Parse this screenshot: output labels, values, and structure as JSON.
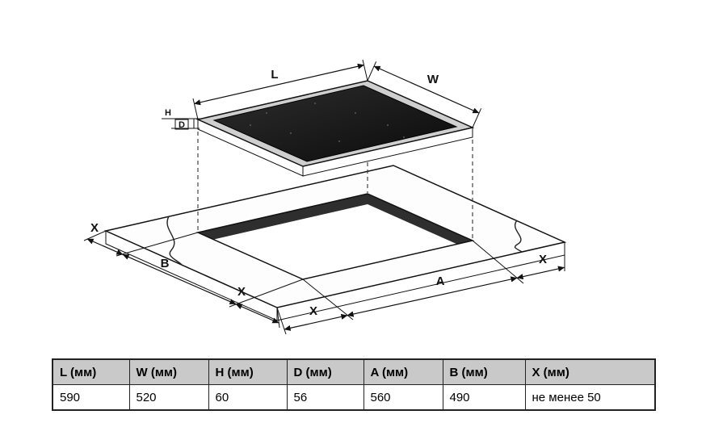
{
  "diagram": {
    "labels": {
      "l": "L",
      "w": "W",
      "h": "H",
      "d": "D",
      "a": "A",
      "b": "B",
      "x": "X"
    }
  },
  "table": {
    "headers": [
      "L (мм)",
      "W (мм)",
      "H (мм)",
      "D (мм)",
      "A (мм)",
      "B (мм)",
      "X (мм)"
    ],
    "values": [
      "590",
      "520",
      "60",
      "56",
      "560",
      "490",
      "не менее 50"
    ]
  },
  "colors": {
    "table_header_bg": "#c9c9c9",
    "glass_surface": "#161616",
    "metal_rim": "#cfcfcf",
    "countertop_face": "#d8d8d8",
    "line": "#111111"
  }
}
